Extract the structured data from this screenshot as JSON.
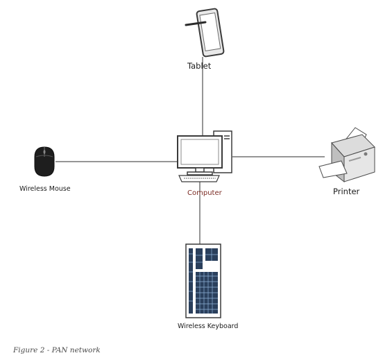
{
  "nodes": {
    "tablet": "Tablet",
    "mouse": "Wireless Mouse",
    "computer": "Computer",
    "printer": "Printer",
    "keyboard": "Wireless Keyboard"
  },
  "caption": "Figure 2 - PAN network"
}
